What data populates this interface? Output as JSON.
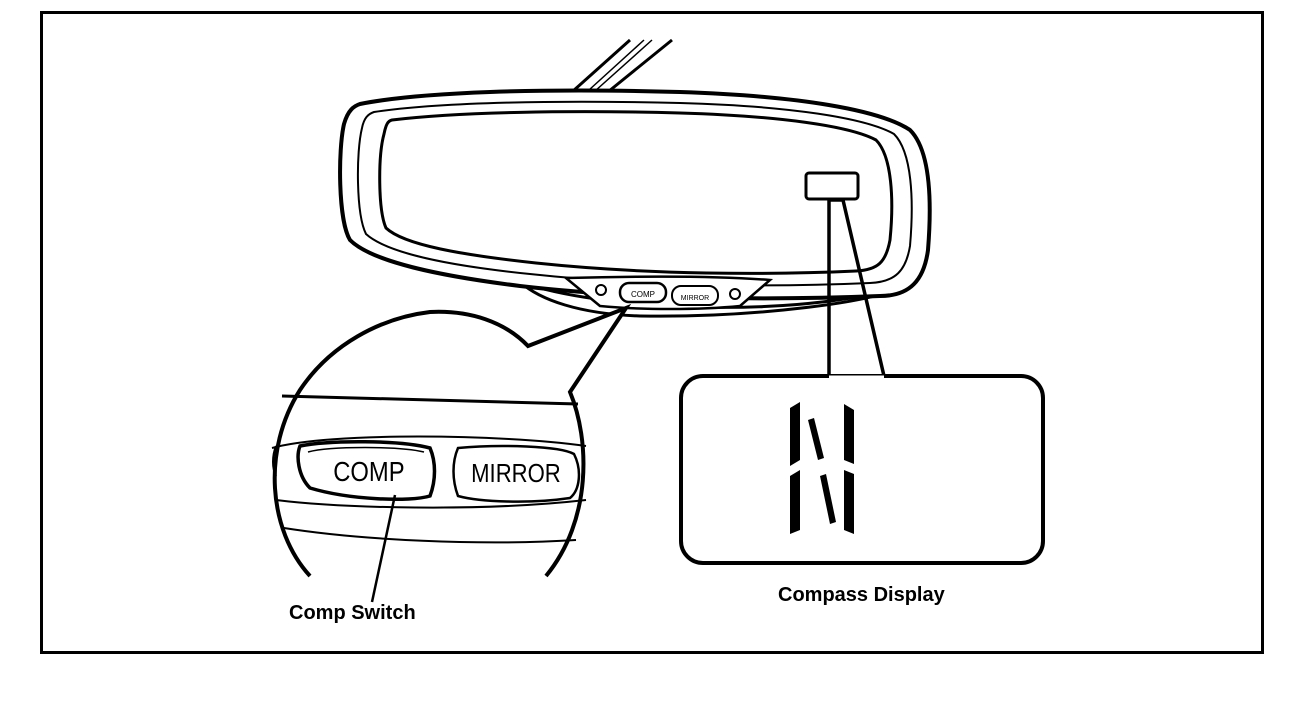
{
  "figure": {
    "small_buttons": {
      "comp": "COMP",
      "mirror": "MIRROR"
    },
    "zoom_buttons": {
      "comp": "COMP",
      "mirror": "MIRROR"
    },
    "compass_letter": "N",
    "labels": {
      "comp_switch": "Comp Switch",
      "compass_display": "Compass Display"
    },
    "colors": {
      "ink": "#000000",
      "paper": "#ffffff"
    },
    "icons": [
      "rearview-mirror-icon",
      "magnifier-circle-icon",
      "segment-display-icon"
    ]
  }
}
